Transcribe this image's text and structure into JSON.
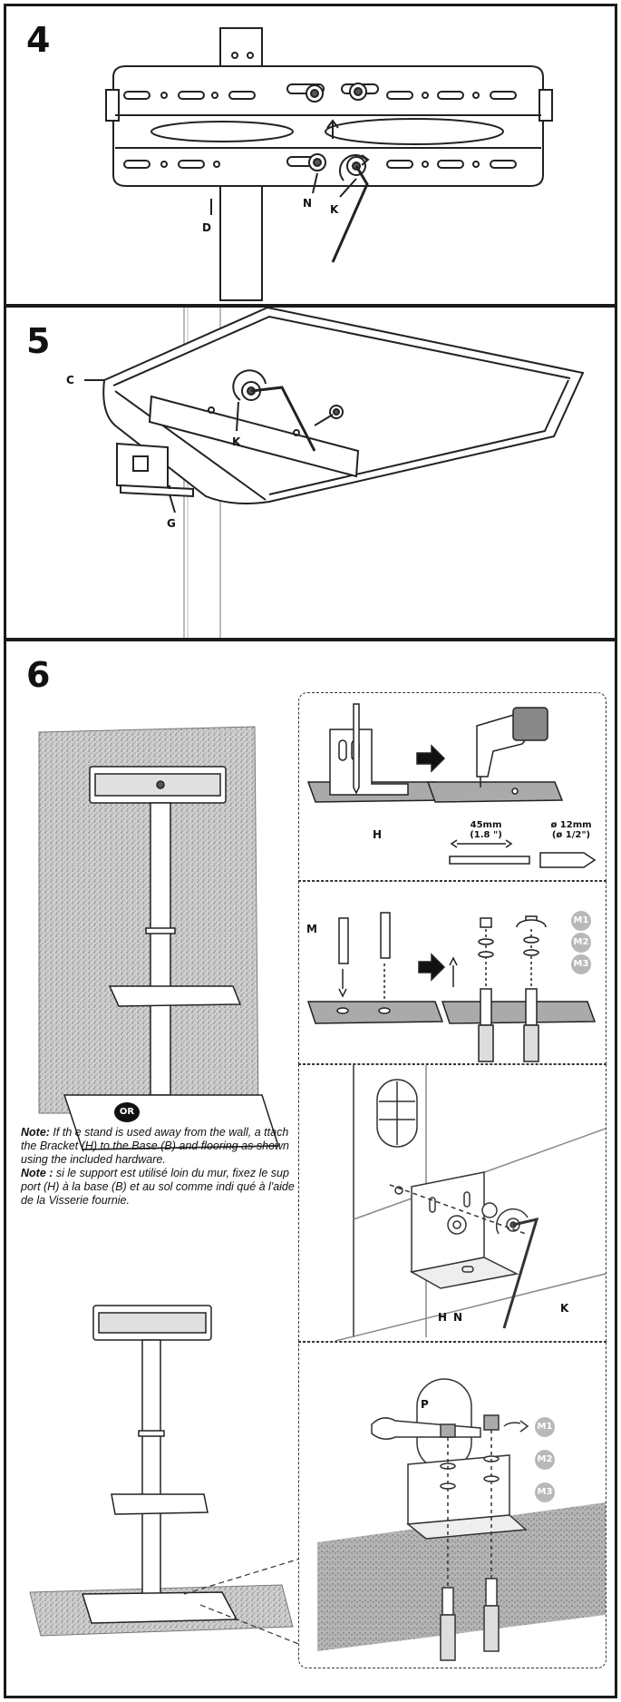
{
  "steps": [
    {
      "number": "4",
      "labels": {
        "n": "N",
        "k": "K",
        "d": "D"
      }
    },
    {
      "number": "5",
      "labels": {
        "c": "C",
        "k": "K",
        "g": "G"
      }
    },
    {
      "number": "6"
    }
  ],
  "step6": {
    "or_badge": "OR",
    "note_en_bold": "Note:",
    "note_en_text": " If th e stand is used away from the wall, a ttach the Bracket (H) to the Base (B) and flooring as shown using the included hardware.",
    "note_fr_bold": "Note :",
    "note_fr_text": " si le support est utilisé loin du mur, fixez le sup port (H) à la base (B) et au sol comme indi qué à l'aide de la Visserie fournie.",
    "drill": {
      "label_h": "H",
      "depth": "45mm",
      "depth_imperial": "(1.8 \")",
      "diameter": "ø 12mm",
      "diameter_imperial": "(ø 1/2\")"
    },
    "anchor": {
      "label_m": "M",
      "m1": "M1",
      "m2": "M2",
      "m3": "M3"
    },
    "bracket": {
      "label_h": "H",
      "label_n": "N",
      "label_k": "K"
    },
    "wrench": {
      "label_p": "P",
      "m1": "M1",
      "m2": "M2",
      "m3": "M3"
    }
  }
}
